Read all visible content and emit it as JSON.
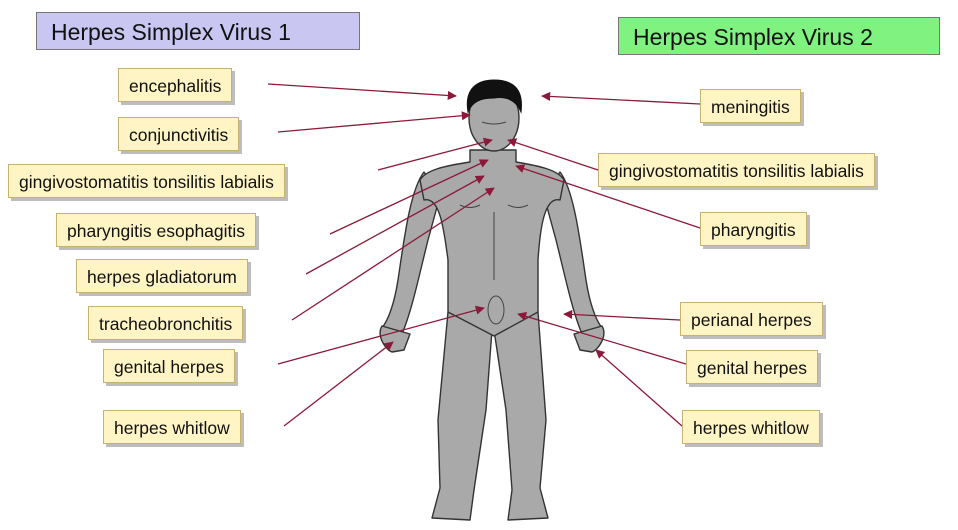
{
  "headers": {
    "hsv1": {
      "title": "Herpes Simplex Virus 1",
      "bg": "#c9c6f2"
    },
    "hsv2": {
      "title": "Herpes Simplex Virus 2",
      "bg": "#7ff27f"
    }
  },
  "left_labels": [
    "encephalitis",
    "conjunctivitis",
    "gingivostomatitis tonsilitis labialis",
    "pharyngitis  esophagitis",
    "herpes gladiatorum",
    "tracheobronchitis",
    "genital herpes",
    "herpes whitlow"
  ],
  "right_labels": [
    "meningitis",
    "gingivostomatitis tonsilitis labialis",
    "pharyngitis",
    "perianal herpes",
    "genital herpes",
    "herpes whitlow"
  ],
  "colors": {
    "label_bg": "#fff4c4",
    "arrow": "#8b1a3a",
    "body": "#a9a9a9",
    "hair": "#111111"
  }
}
